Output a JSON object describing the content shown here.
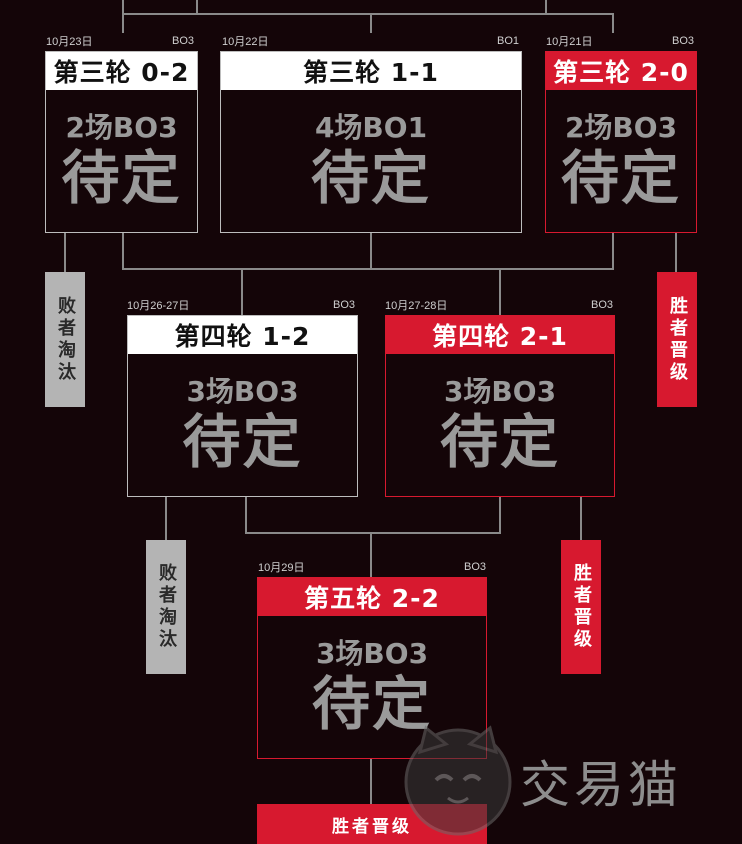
{
  "rounds": [
    {
      "date": "10月23日",
      "format": "BO3",
      "title": "第三轮  0-2",
      "count": "2场BO3",
      "status": "待定",
      "style": "white"
    },
    {
      "date": "10月22日",
      "format": "BO1",
      "title": "第三轮  1-1",
      "count": "4场BO1",
      "status": "待定",
      "style": "white"
    },
    {
      "date": "10月21日",
      "format": "BO3",
      "title": "第三轮  2-0",
      "count": "2场BO3",
      "status": "待定",
      "style": "red"
    },
    {
      "date": "10月26-27日",
      "format": "BO3",
      "title": "第四轮  1-2",
      "count": "3场BO3",
      "status": "待定",
      "style": "white"
    },
    {
      "date": "10月27-28日",
      "format": "BO3",
      "title": "第四轮  2-1",
      "count": "3场BO3",
      "status": "待定",
      "style": "red"
    },
    {
      "date": "10月29日",
      "format": "BO3",
      "title": "第五轮  2-2",
      "count": "3场BO3",
      "status": "待定",
      "style": "red"
    }
  ],
  "tags": {
    "eliminated": "败者淘汰",
    "advance": "胜者晋级"
  },
  "final_advance": "胜者晋级",
  "watermark": "交易猫",
  "colors": {
    "accent": "#d7192f",
    "background": "#140508",
    "line": "#8a8a8a"
  }
}
